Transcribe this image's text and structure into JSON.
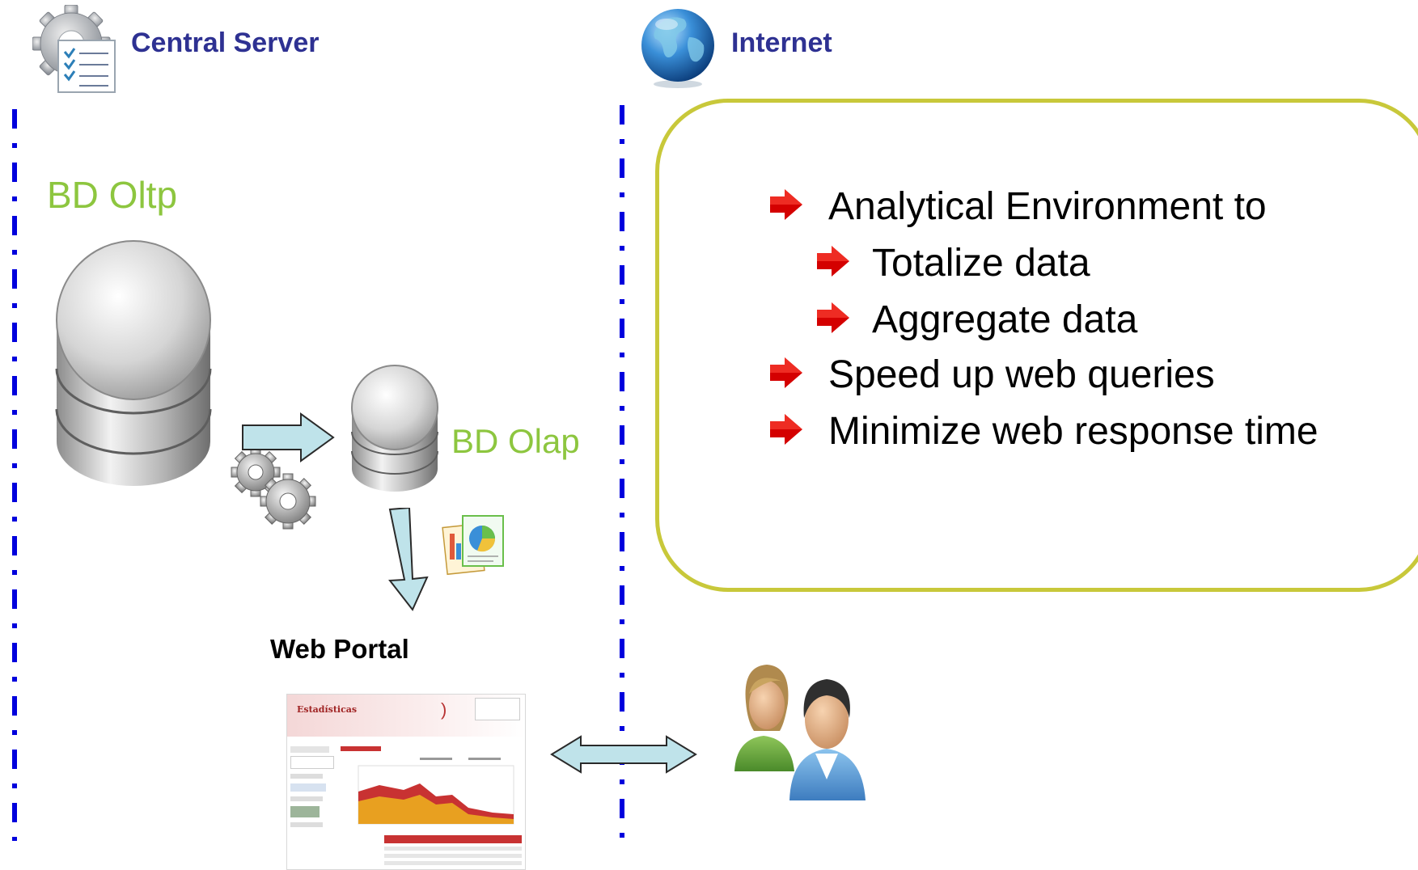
{
  "header": {
    "central_server": "Central Server",
    "internet": "Internet"
  },
  "diagram": {
    "oltp_label": "BD Oltp",
    "olap_label": "BD Olap",
    "web_portal_label": "Web Portal",
    "portal_site_title": "Estadísticas"
  },
  "features": {
    "items": [
      {
        "text": "Analytical Environment to",
        "level": 0
      },
      {
        "text": "Totalize data",
        "level": 1
      },
      {
        "text": "Aggregate data",
        "level": 1
      },
      {
        "text": "Speed up web queries",
        "level": 0
      },
      {
        "text": "Minimize web response time",
        "level": 0
      }
    ]
  },
  "colors": {
    "header_text": "#2e3192",
    "db_label": "#8dc63f",
    "divider": "#0000dd",
    "box_border": "#c8c83a",
    "bullet": "#d40000",
    "arrow_fill": "#bfe3ea"
  },
  "icons": [
    "server-gear-icon",
    "globe-icon",
    "database-icon",
    "gears-icon",
    "report-icon",
    "users-icon"
  ]
}
